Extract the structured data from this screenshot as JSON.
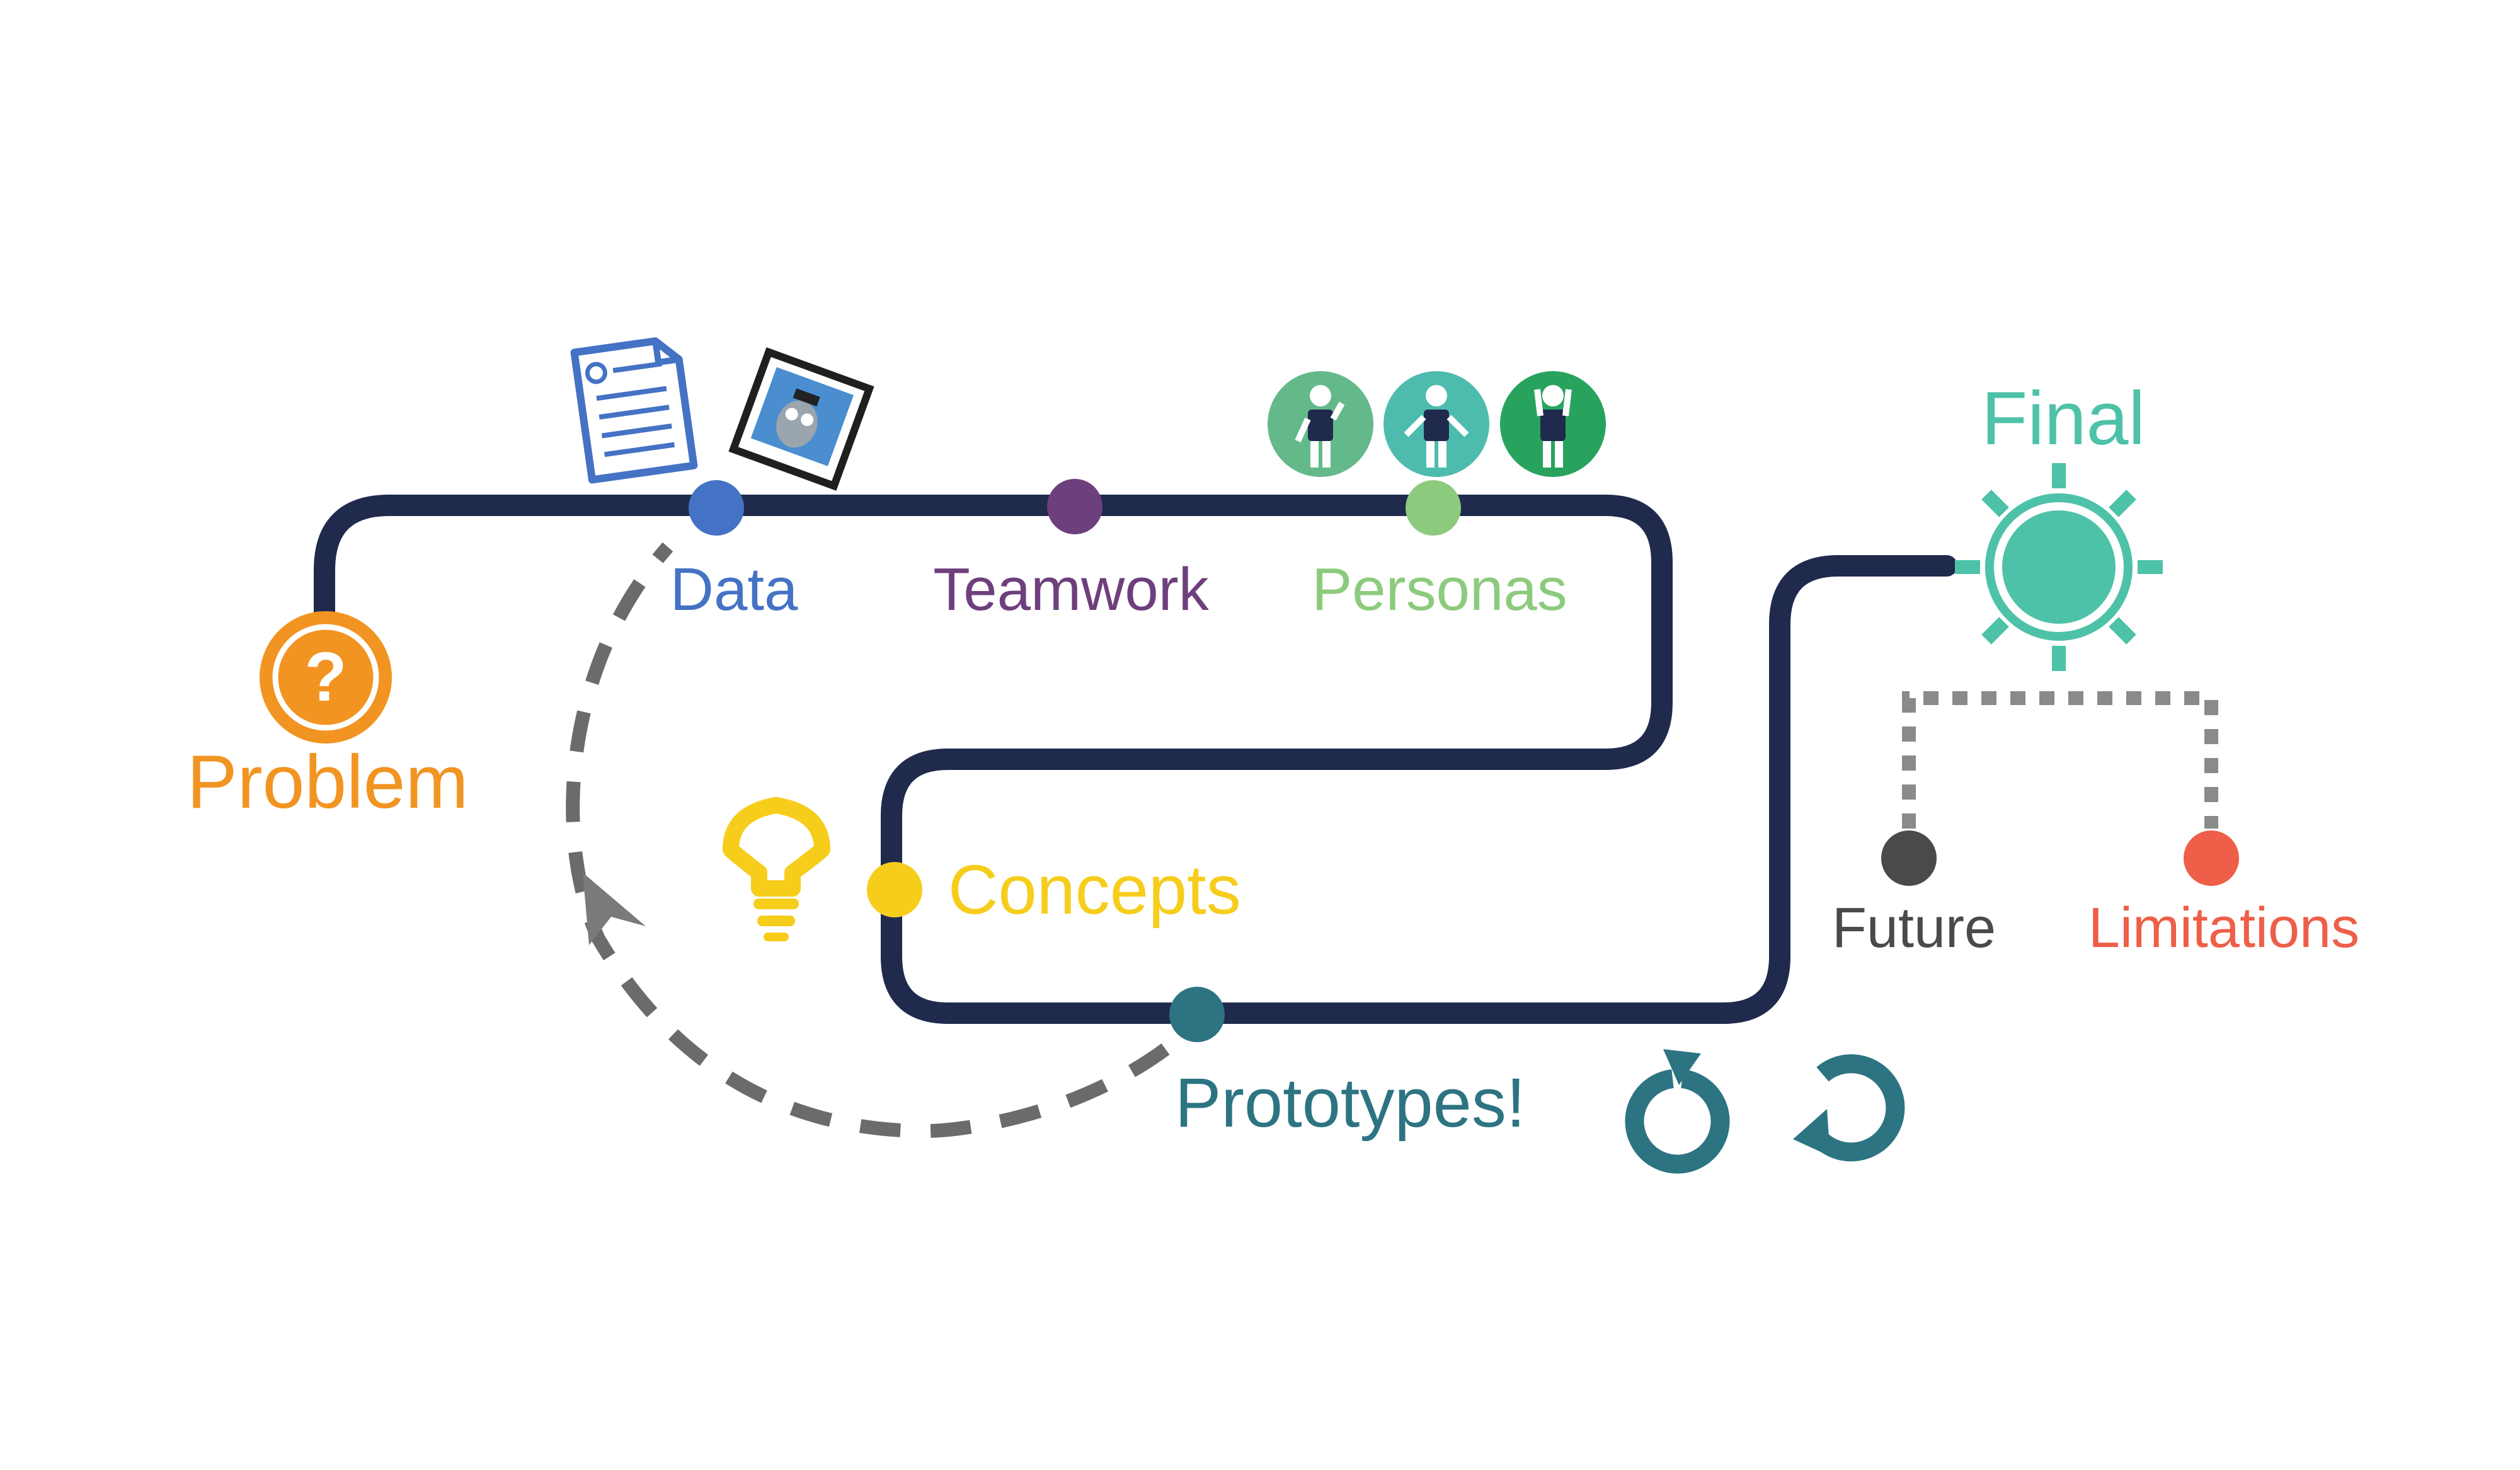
{
  "labels": {
    "problem": "Problem",
    "data": "Data",
    "teamwork": "Teamwork",
    "personas": "Personas",
    "concepts": "Concepts",
    "prototypes": "Prototypes!",
    "final": "Final",
    "future": "Future",
    "limitations": "Limitations",
    "problem_glyph": "?"
  },
  "colors": {
    "path": "#1f2a4d",
    "problem": "#f29422",
    "data": "#4472c4",
    "teamwork": "#6e3f7d",
    "personas": "#8ccb7e",
    "concepts": "#f7cd1c",
    "prototypes": "#2d7483",
    "final": "#4dc2a8",
    "future": "#4a4a4a",
    "limitations": "#ee5e48",
    "feedback_loop": "#6b6b6b",
    "branch": "#8a8a8a"
  },
  "icons": {
    "problem": "question-mark-icon",
    "data": [
      "document-icon",
      "photo-icon"
    ],
    "personas": [
      "persona-thinking-icon",
      "persona-questioning-icon",
      "persona-frustrated-icon"
    ],
    "concepts": "lightbulb-icon",
    "prototypes": [
      "refresh-icon",
      "rotate-icon"
    ],
    "final": "sun-icon"
  }
}
